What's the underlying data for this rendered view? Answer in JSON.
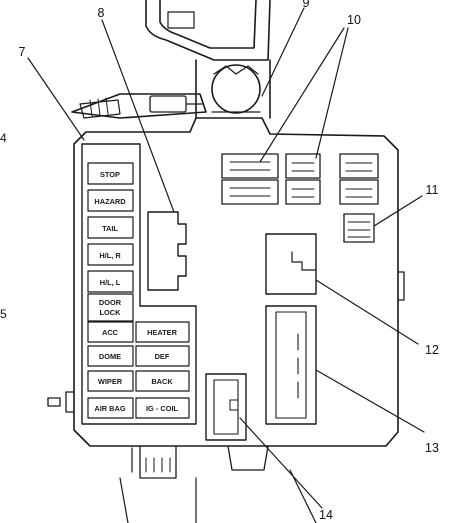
{
  "callouts": {
    "c7": "7",
    "c8": "8",
    "c9": "9",
    "c10": "10",
    "c11": "11",
    "c12": "12",
    "c13": "13",
    "c14": "14"
  },
  "edge_marks": {
    "left_top": "4",
    "left_mid": "5"
  },
  "fuse_labels": {
    "stop": "STOP",
    "hazard": "HAZARD",
    "tail": "TAIL",
    "hl_r": "H/L, R",
    "hl_l": "H/L, L",
    "door_lock_1": "DOOR",
    "door_lock_2": "LOCK",
    "acc": "ACC",
    "heater": "HEATER",
    "dome": "DOME",
    "def": "DEF",
    "wiper": "WIPER",
    "back": "BACK",
    "air_bag": "AIR BAG",
    "ig_coil": "IG - COIL"
  }
}
